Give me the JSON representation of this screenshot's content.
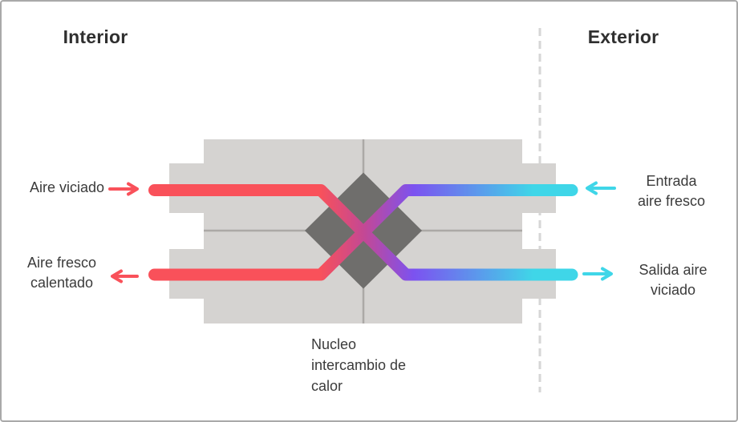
{
  "headings": {
    "interior": "Interior",
    "exterior": "Exterior"
  },
  "labels": {
    "stale_air_in": "Aire viciado",
    "heated_fresh_air_out": "Aire fresco\ncalentado",
    "fresh_air_intake": "Entrada\naire fresco",
    "stale_air_exhaust": "Salida aire\nviciado",
    "core": "Nucleo\nintercambio de\ncalor"
  },
  "colors": {
    "hot": "#F9515A",
    "mid_magenta": "#C34895",
    "mid_violet": "#7C52F0",
    "cold": "#3FD6E8",
    "unit_body": "#D5D3D1",
    "core_diamond": "#6F6E6C",
    "body_lines": "#ACA9A6",
    "dashed_divider": "#D6D6D6"
  }
}
